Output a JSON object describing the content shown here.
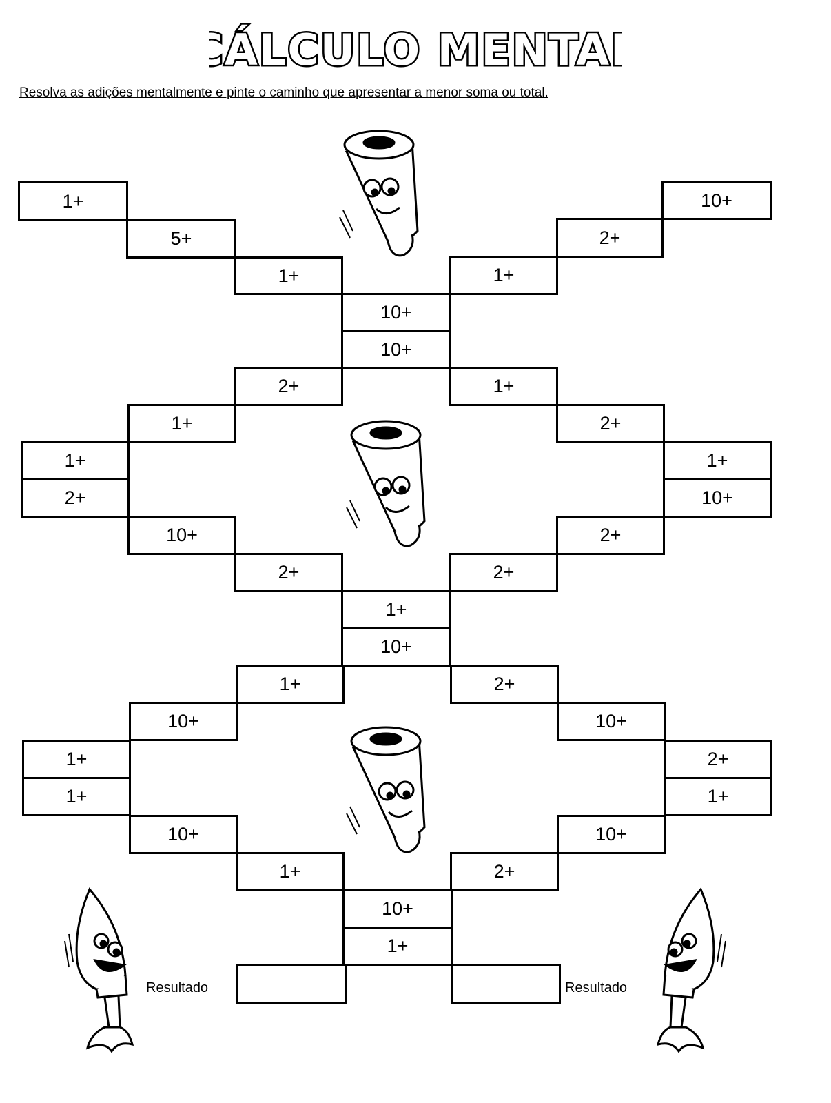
{
  "title": "CÁLCULO MENTAL",
  "instruction": "Resolva as adições mentalmente e pinte o caminho que apresentar a menor soma ou total.",
  "section1": {
    "left": [
      "1+",
      "5+",
      "1+"
    ],
    "right": [
      "10+",
      "2+",
      "1+"
    ],
    "center": [
      "10+",
      "10+"
    ]
  },
  "section2": {
    "left": [
      "2+",
      "1+",
      "1+",
      "2+",
      "10+",
      "2+"
    ],
    "right": [
      "1+",
      "2+",
      "1+",
      "10+",
      "2+",
      "2+"
    ],
    "center": [
      "1+",
      "10+"
    ]
  },
  "section3": {
    "left": [
      "1+",
      "10+",
      "1+",
      "1+",
      "10+",
      "1+"
    ],
    "right": [
      "2+",
      "10+",
      "2+",
      "1+",
      "10+",
      "2+"
    ],
    "center": [
      "10+",
      "1+"
    ]
  },
  "result_label_left": "Resultado",
  "result_label_right": "Resultado",
  "result_left": "",
  "result_right": ""
}
